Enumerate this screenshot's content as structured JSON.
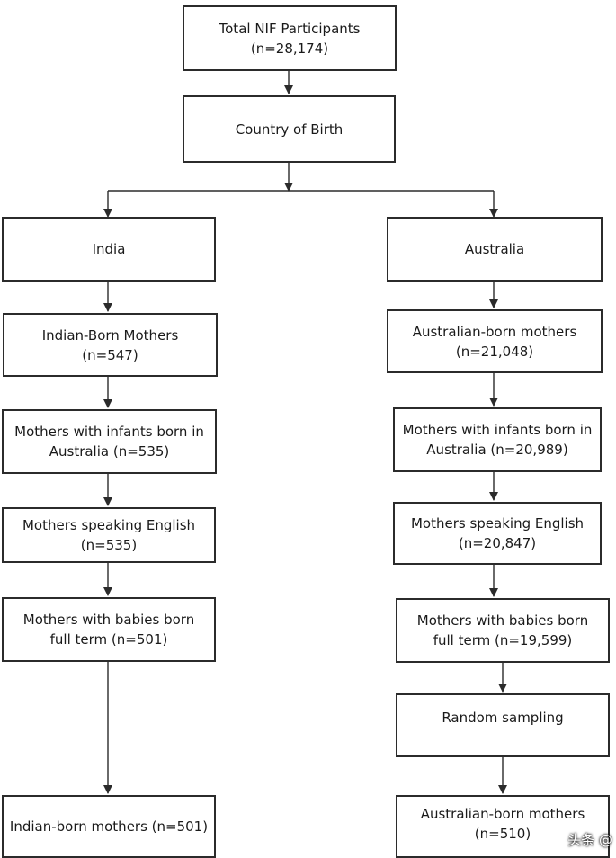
{
  "flowchart": {
    "total": {
      "line1": "Total NIF Participants",
      "line2": "(n=28,174)"
    },
    "country": {
      "line1": "Country of Birth"
    },
    "india": {
      "header": "India",
      "born": {
        "line1": "Indian-Born Mothers",
        "line2": "(n=547)"
      },
      "infants": {
        "line1": "Mothers with infants born in",
        "line2": "Australia (n=535)"
      },
      "english": {
        "line1": "Mothers speaking English",
        "line2": "(n=535)"
      },
      "fullterm": {
        "line1": "Mothers with babies born",
        "line2": "full term (n=501)"
      },
      "final": {
        "line1": "Indian-born mothers (n=501)"
      }
    },
    "australia": {
      "header": "Australia",
      "born": {
        "line1": "Australian-born mothers",
        "line2": "(n=21,048)"
      },
      "infants": {
        "line1": "Mothers with infants born in",
        "line2": "Australia (n=20,989)"
      },
      "english": {
        "line1": "Mothers speaking English",
        "line2": "(n=20,847)"
      },
      "fullterm": {
        "line1": "Mothers with babies born",
        "line2": "full term (n=19,599)"
      },
      "sampling": {
        "line1": "Random sampling"
      },
      "final": {
        "line1": "Australian-born mothers",
        "line2": "(n=510)"
      }
    }
  },
  "watermark": {
    "text": "头条 @"
  }
}
